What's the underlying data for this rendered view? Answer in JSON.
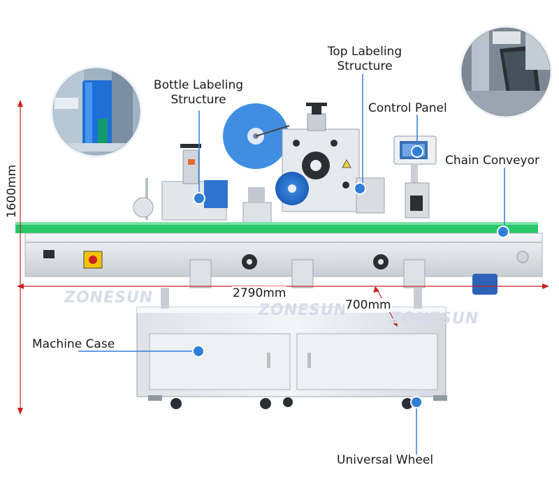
{
  "labels": {
    "top_labeling": "Top Labeling\nStructure",
    "bottle_labeling": "Bottle Labeling\nStructure",
    "control_panel": "Control Panel",
    "chain_conveyor": "Chain Conveyor",
    "machine_case": "Machine Case",
    "universal_wheel": "Universal Wheel"
  },
  "dimensions": {
    "height": "1600mm",
    "length": "2790mm",
    "width": "700mm"
  },
  "watermark": "ZONESUN",
  "colors": {
    "callout_line": "#2f7fd6",
    "callout_dot": "#2f7fd6",
    "dimension_line": "#cc2222",
    "conveyor_green": "#27c76a",
    "frame_steel": "#d9dde2",
    "case_steel": "#e7eaee"
  }
}
